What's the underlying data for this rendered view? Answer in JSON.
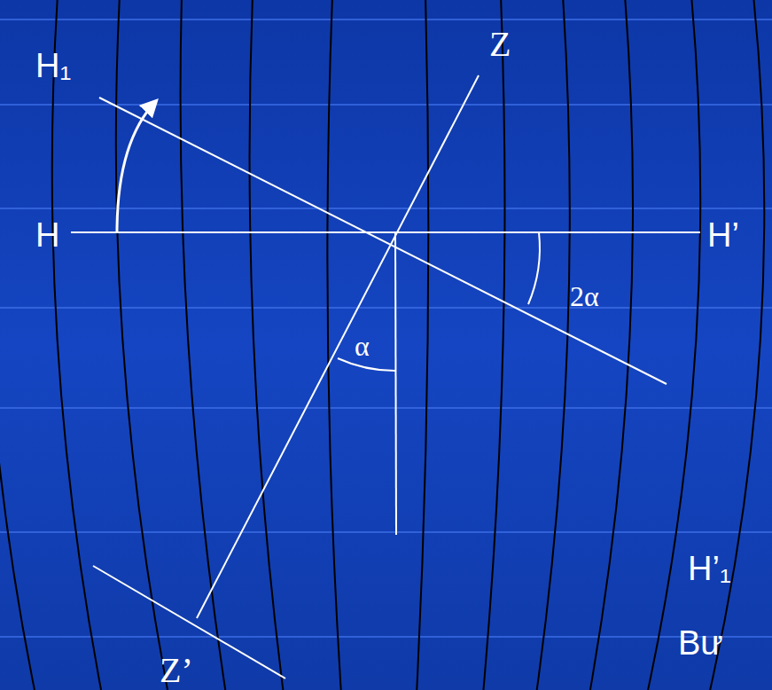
{
  "diagram": {
    "labels": [
      "H",
      "H₁",
      "Z",
      "H’",
      "2α",
      "α",
      "H’₁",
      "Z’",
      "Bư"
    ]
  }
}
